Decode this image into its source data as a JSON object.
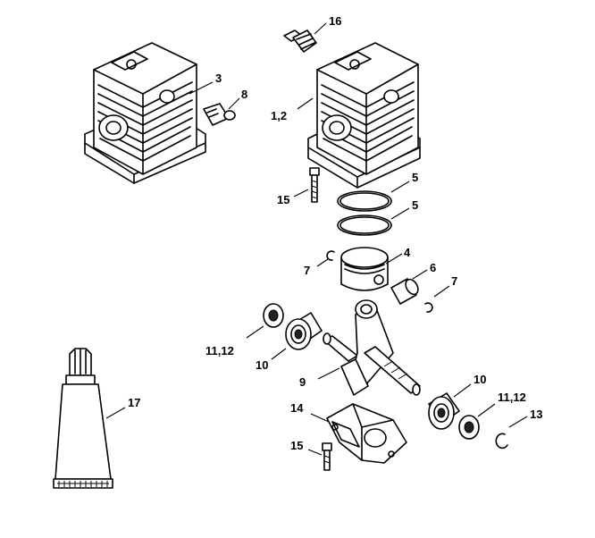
{
  "labels": {
    "l16": "16",
    "l3": "3",
    "l8": "8",
    "l12": "1,2",
    "l15a": "15",
    "l5a": "5",
    "l5b": "5",
    "l4": "4",
    "l7a": "7",
    "l6": "6",
    "l7b": "7",
    "l1112a": "11,12",
    "l10a": "10",
    "l9": "9",
    "l10b": "10",
    "l1112b": "11,12",
    "l13": "13",
    "l14": "14",
    "l15b": "15",
    "l17": "17"
  }
}
